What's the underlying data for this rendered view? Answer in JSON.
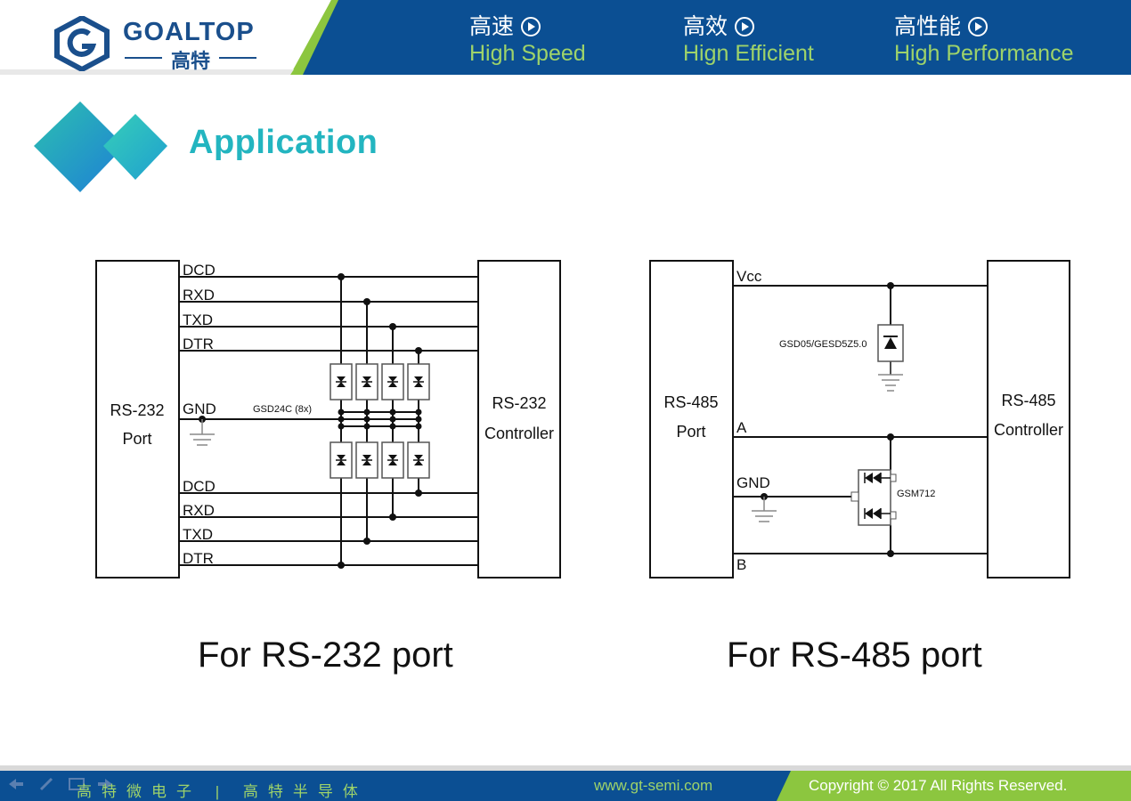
{
  "header": {
    "logo_text": "GOALTOP",
    "logo_subtext": "高特",
    "slogans": [
      {
        "cn": "高速",
        "en": "High Speed"
      },
      {
        "cn": "高效",
        "en": "Hign Efficient"
      },
      {
        "cn": "高性能",
        "en": "High Performance"
      }
    ]
  },
  "slide": {
    "title": "Application"
  },
  "rs232": {
    "port_line1": "RS-232",
    "port_line2": "Port",
    "controller_line1": "RS-232",
    "controller_line2": "Controller",
    "signals_top": [
      "DCD",
      "RXD",
      "TXD",
      "DTR"
    ],
    "gnd": "GND",
    "signals_bottom": [
      "DCD",
      "RXD",
      "TXD",
      "DTR"
    ],
    "tvs_label": "GSD24C (8x)",
    "caption": "For RS-232 port"
  },
  "rs485": {
    "port_line1": "RS-485",
    "port_line2": "Port",
    "controller_line1": "RS-485",
    "controller_line2": "Controller",
    "vcc": "Vcc",
    "a": "A",
    "gnd": "GND",
    "b": "B",
    "tvs_vcc_label": "GSD05/GESD5Z5.0",
    "tvs_ab_label": "GSM712",
    "caption": "For RS-485 port"
  },
  "footer": {
    "cn_text": "高特微电子 | 高特半导体",
    "url": "www.gt-semi.com",
    "copyright": "Copyright © 2017 All Rights Reserved."
  },
  "colors": {
    "header_blue": "#0b4f93",
    "accent_green": "#8cc63f",
    "title_teal": "#23b5c0"
  }
}
